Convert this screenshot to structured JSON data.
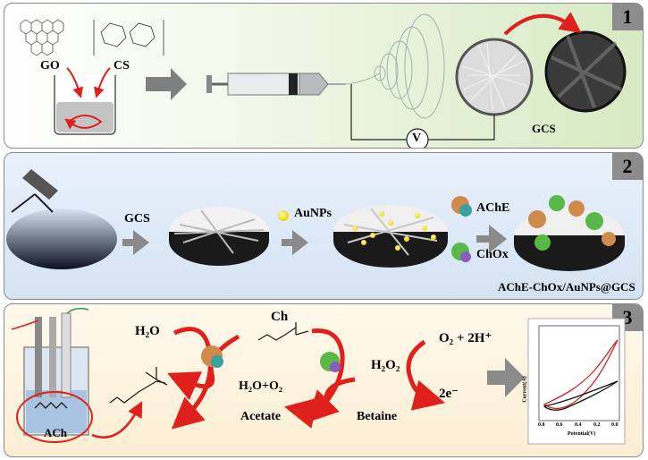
{
  "panel1": {
    "number": "1",
    "go_label": "GO",
    "cs_label": "CS",
    "voltage_label": "V",
    "gcs_label": "GCS"
  },
  "panel2": {
    "number": "2",
    "gcs_label": "GCS",
    "aunps_label": "AuNPs",
    "ache_label": "AChE",
    "chox_label": "ChOx",
    "final_label": "AChE-ChOx/AuNPs@GCS"
  },
  "panel3": {
    "number": "3",
    "ach_label": "ACh",
    "h2o_label": "H₂O",
    "ch_label": "Ch",
    "h2o_o2_label": "H₂O+O₂",
    "acetate_label": "Acetate",
    "h2o2_label": "H₂O₂",
    "betaine_label": "Betaine",
    "o2_label": "O₂ + 2H⁺",
    "electron_label": "2e⁻",
    "cv_ylabel": "Current(A)",
    "cv_xlabel": "Potential(V)",
    "cv_ticks": [
      "0.8",
      "0.6",
      "0.4",
      "0.2",
      "0.0"
    ]
  },
  "colors": {
    "arrow_red": "#e0201c",
    "arrow_gray": "#808080",
    "cv_red": "#d42020",
    "cv_black": "#111111"
  }
}
